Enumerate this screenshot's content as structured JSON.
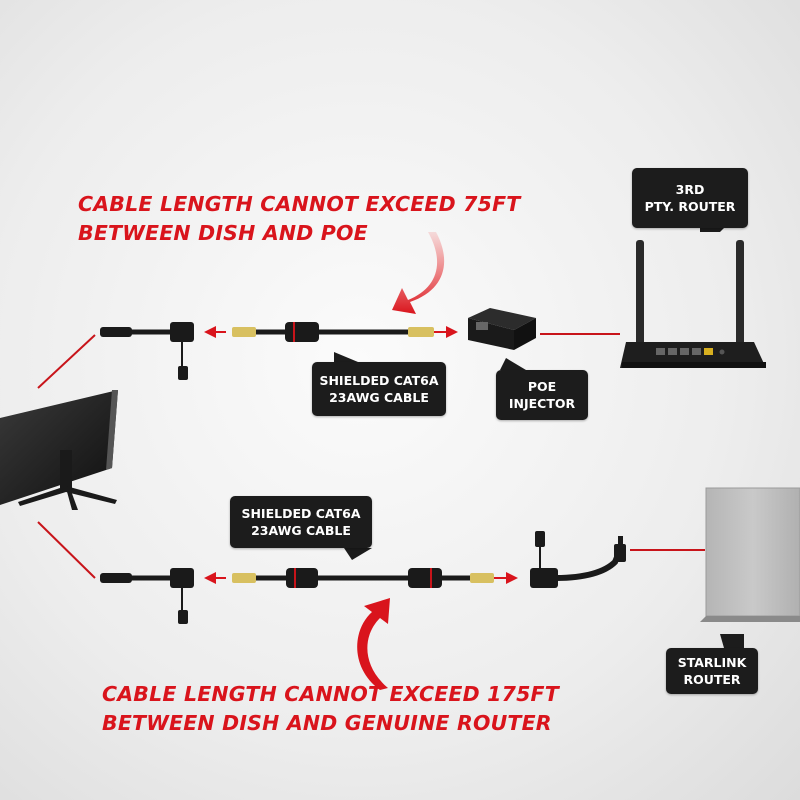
{
  "warnings": {
    "top": {
      "line1": "CABLE LENGTH CANNOT EXCEED 75FT",
      "line2": "BETWEEN DISH AND POE"
    },
    "bottom": {
      "line1": "CABLE LENGTH CANNOT EXCEED 175FT",
      "line2": "BETWEEN DISH AND GENUINE ROUTER"
    }
  },
  "callouts": {
    "third_party_router": {
      "line1": "3RD",
      "line2": "PTY. ROUTER"
    },
    "cable_top": {
      "line1": "SHIELDED CAT6A",
      "line2": "23AWG CABLE"
    },
    "poe_injector": {
      "line1": "POE",
      "line2": "INJECTOR"
    },
    "cable_bottom": {
      "line1": "SHIELDED CAT6A",
      "line2": "23AWG CABLE"
    },
    "starlink_router": {
      "line1": "STARLINK",
      "line2": "ROUTER"
    }
  },
  "colors": {
    "warning_red": "#d9141c",
    "callout_bg": "#1c1c1c",
    "callout_text": "#ffffff",
    "cable": "#1a1a1a"
  },
  "icons": {
    "dish": "starlink-dish-icon",
    "poe": "poe-injector-icon",
    "router": "third-party-router-icon",
    "starlink_router": "starlink-router-icon"
  }
}
